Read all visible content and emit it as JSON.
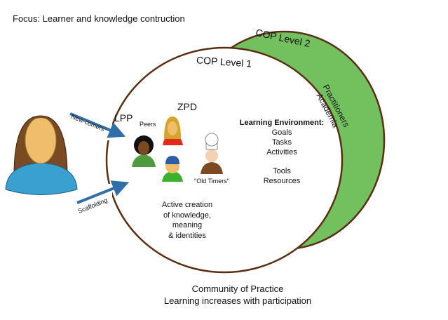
{
  "focus_title": "Focus: Learner and knowledge contruction",
  "cop_level_2": "COP Level 2",
  "cop_level_1": "COP Level 1",
  "outer_ring_labels": [
    "Practitioners",
    "Academia"
  ],
  "lpp": "LPP",
  "zpd": "ZPD",
  "peers": "Peers",
  "old_timers": "\"Old Timers\"",
  "arrow_newcomers": "New-comers",
  "arrow_scaffolding": "Scaffolding",
  "learning_environment": {
    "heading": "Learning Environment:",
    "items": [
      "Goals",
      "Tasks",
      "Activities",
      "Tools",
      "Resources"
    ]
  },
  "active_creation": [
    "Active creation",
    "of knowledge,",
    "meaning",
    "& identities"
  ],
  "caption": [
    "Community of Practice",
    "Learning increases with participation"
  ],
  "colors": {
    "ring_green": "#72c15e",
    "ring_stroke": "#5a2e14",
    "arrow_blue": "#2f6ea6"
  }
}
